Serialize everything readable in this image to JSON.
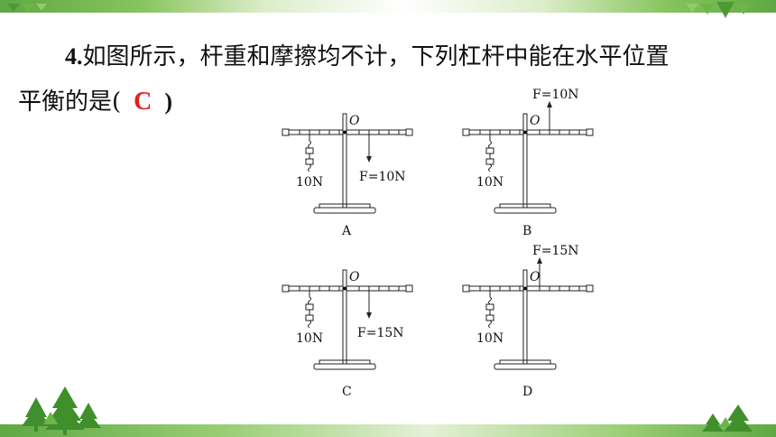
{
  "question": {
    "number": "4",
    "line1": "如图所示，杆重和摩擦均不计，下列杠杆中能在水平位置",
    "line2": "平衡的是(",
    "answer": "C",
    "close_paren": ")"
  },
  "figures": [
    {
      "label": "A",
      "pivot": "O",
      "weight": "10N",
      "force": "F=10N",
      "force_direction": "down"
    },
    {
      "label": "B",
      "pivot": "O",
      "weight": "10N",
      "force": "F=10N",
      "force_direction": "up"
    },
    {
      "label": "C",
      "pivot": "O",
      "weight": "10N",
      "force": "F=15N",
      "force_direction": "down"
    },
    {
      "label": "D",
      "pivot": "O",
      "weight": "10N",
      "force": "F=15N",
      "force_direction": "up"
    }
  ],
  "colors": {
    "answer": "#e0201b",
    "accent_green": "#5fa844"
  },
  "decorations": [
    "leaf-border-icon",
    "pine-tree-icon"
  ]
}
